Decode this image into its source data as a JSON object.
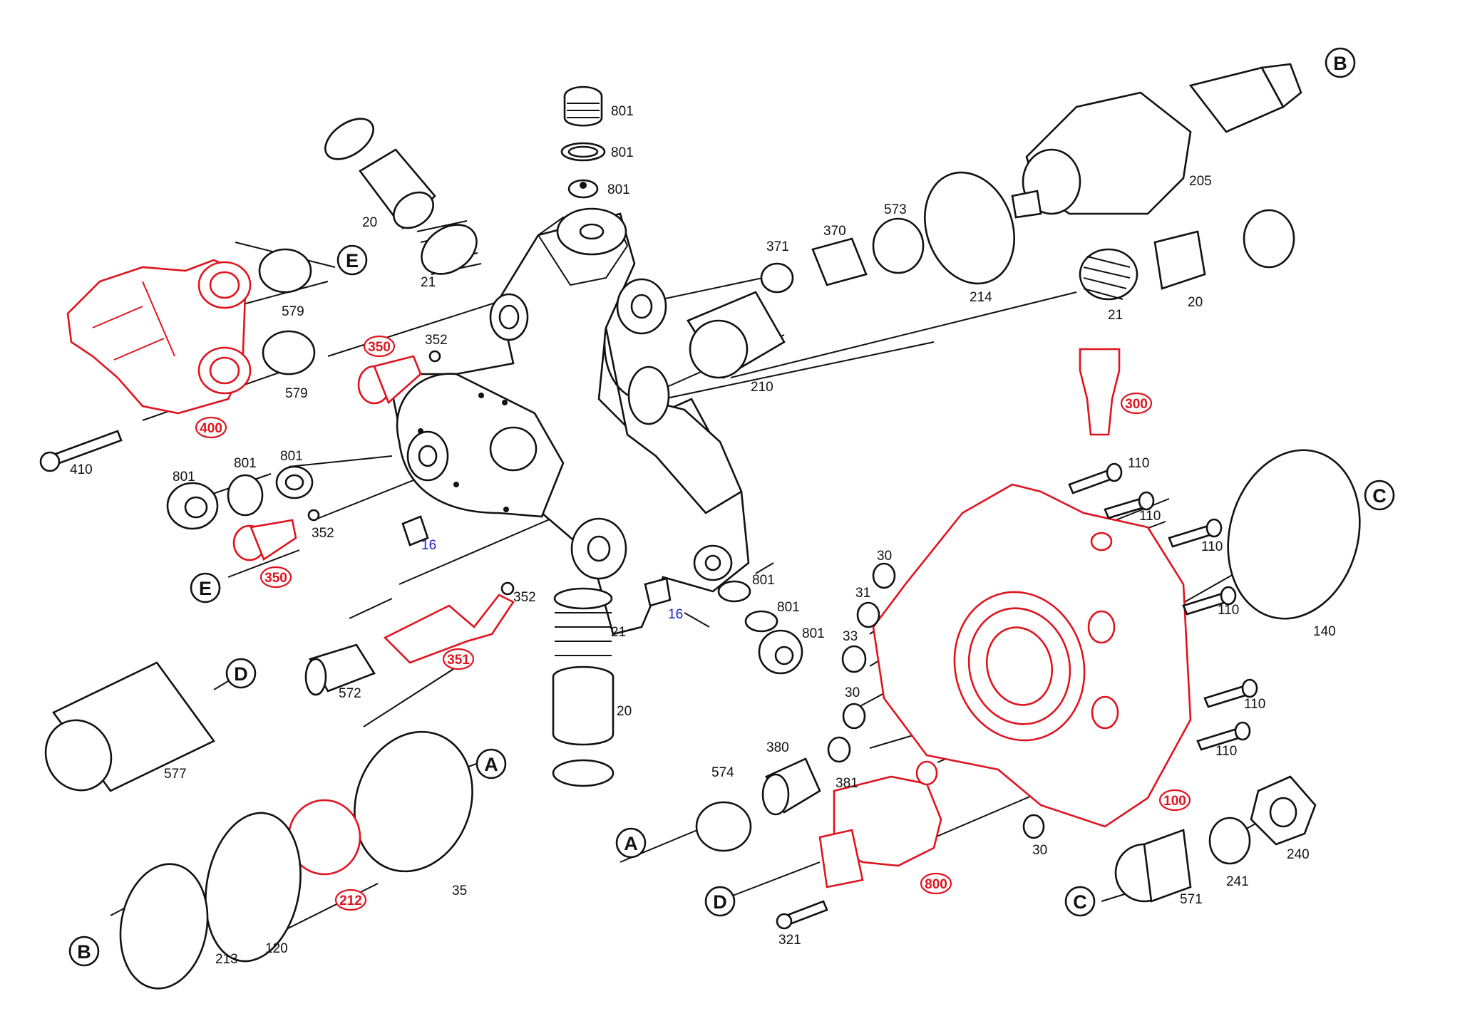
{
  "parts": {
    "p801a": "801",
    "p801b": "801",
    "p801c": "801",
    "p20a": "20",
    "p21a": "21",
    "p579a": "579",
    "p579b": "579",
    "p350a": "350",
    "p352a": "352",
    "p400": "400",
    "p410": "410",
    "p801d": "801",
    "p801e": "801",
    "p801f": "801",
    "p352b": "352",
    "p350b": "350",
    "p16a": "16",
    "p16b": "16",
    "p352c": "352",
    "p351": "351",
    "p572": "572",
    "p21b": "21",
    "p20b": "20",
    "p801g": "801",
    "p801h": "801",
    "p801i": "801",
    "p371": "371",
    "p370": "370",
    "p573": "573",
    "p214": "214",
    "p205": "205",
    "p21c": "21",
    "p20c": "20",
    "p210": "210",
    "p300": "300",
    "p110a": "110",
    "p110b": "110",
    "p110c": "110",
    "p110d": "110",
    "p110e": "110",
    "p110f": "110",
    "p140": "140",
    "p30a": "30",
    "p31": "31",
    "p33": "33",
    "p30b": "30",
    "p30c": "30",
    "p380": "380",
    "p381": "381",
    "p574": "574",
    "p100": "100",
    "p800": "800",
    "p321": "321",
    "p571": "571",
    "p241": "241",
    "p240": "240",
    "p577": "577",
    "p35": "35",
    "p212": "212",
    "p120": "120",
    "p213": "213"
  },
  "callouts": {
    "B_top": "B",
    "E_top": "E",
    "E_left": "E",
    "D_left": "D",
    "A_left": "A",
    "C_right": "C",
    "A_mid": "A",
    "D_bottom": "D",
    "C_bottom": "C",
    "B_bottom": "B"
  },
  "colors": {
    "line": "#111111",
    "highlight": "#e0141e",
    "reference": "#1c20c8"
  }
}
